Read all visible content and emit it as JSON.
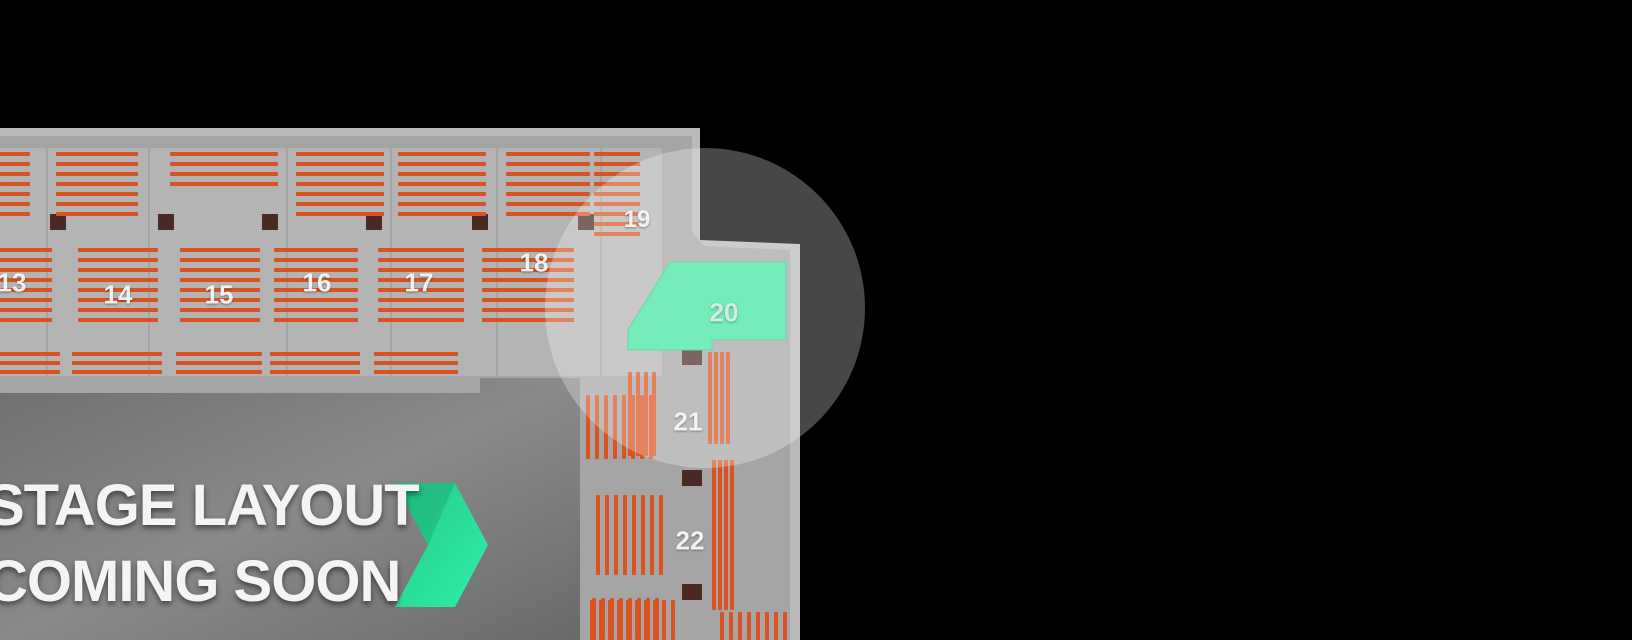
{
  "map": {
    "sections": [
      {
        "id": "13",
        "label": "13"
      },
      {
        "id": "14",
        "label": "14"
      },
      {
        "id": "15",
        "label": "15"
      },
      {
        "id": "16",
        "label": "16"
      },
      {
        "id": "17",
        "label": "17"
      },
      {
        "id": "18",
        "label": "18"
      },
      {
        "id": "19",
        "label": "19"
      },
      {
        "id": "20",
        "label": "20",
        "selected": true
      },
      {
        "id": "21",
        "label": "21"
      },
      {
        "id": "22",
        "label": "22"
      }
    ],
    "selected_section": "20",
    "colors": {
      "background": "#000000",
      "seat_rows": "#d9521f",
      "concourse": "#9a9a9a",
      "floor": "#7d7d7d",
      "selected": "#3fe6a0",
      "highlight_circle": "rgba(255,255,255,0.28)",
      "brand_accent": "#2ee8a2"
    }
  },
  "promo": {
    "line1": "STAGE LAYOUT",
    "line2": "COMING SOON",
    "logo_icon": "chevron-logo-icon"
  }
}
